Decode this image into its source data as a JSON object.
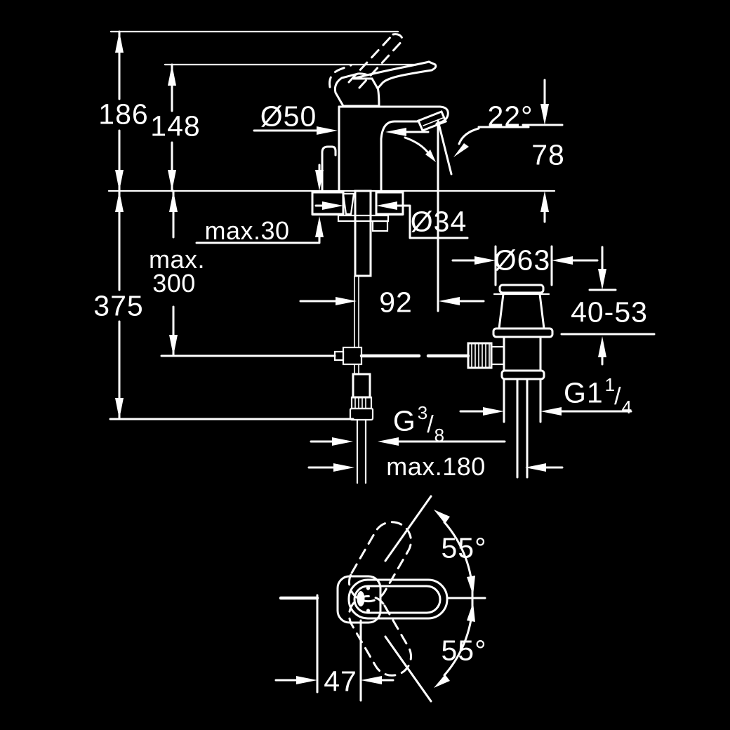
{
  "drawing": {
    "type": "technical-dimension-drawing",
    "subject": "single-lever basin faucet with pop-up waste, side view and top view",
    "background_color": "#000000",
    "line_color": "#ffffff"
  },
  "side_view": {
    "labels": {
      "total_height": "186",
      "lever_height": "148",
      "body_diameter": "Ø50",
      "spout_angle": "22°",
      "outlet_height": "78",
      "deck_thickness": "max.30",
      "hole_diameter": "Ø34",
      "depth_word": "max.",
      "depth_value": "300",
      "hose_length": "375",
      "spout_reach": "92",
      "waste_flange_diameter": "Ø63",
      "waste_adjust_range": "40-53",
      "waste_thread_base": "G1",
      "waste_thread_sup": "1",
      "waste_thread_slash": "/",
      "waste_thread_sub": "4",
      "supply_thread_base": "G",
      "supply_thread_sup": "3",
      "supply_thread_slash": "/",
      "supply_thread_sub": "8",
      "max_projection": "max.180"
    }
  },
  "top_view": {
    "labels": {
      "swing_angle_upper": "55°",
      "swing_angle_lower": "55°",
      "lever_offset": "47"
    }
  }
}
